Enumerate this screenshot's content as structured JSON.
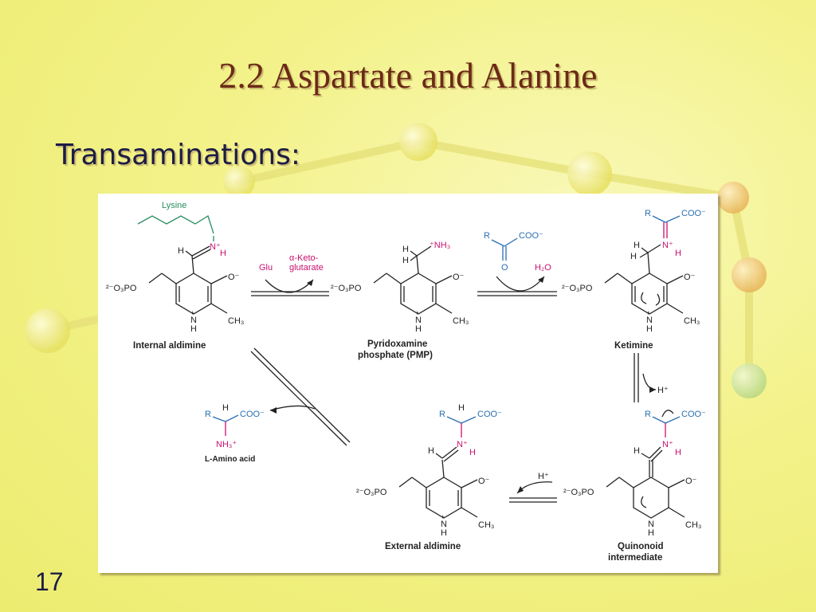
{
  "slide": {
    "title": "2.2 Aspartate and Alanine",
    "subtitle": "Transaminations:",
    "number": "17"
  },
  "diagram": {
    "molecules": {
      "internal_aldimine": {
        "caption": "Internal aldimine",
        "side_chain": "Lysine",
        "phosphate": "²⁻O₃PO",
        "oxide": "O⁻",
        "methyl": "CH₃",
        "ring_n": "N",
        "ring_h": "H",
        "ring_plus": "+",
        "imine_h": "H",
        "imine_n": "N⁺",
        "imine_nh": "H"
      },
      "pmp": {
        "caption_line1": "Pyridoxamine",
        "caption_line2": "phosphate (PMP)",
        "phosphate": "²⁻O₃PO",
        "oxide": "O⁻",
        "methyl": "CH₃",
        "ring_n": "N",
        "ring_h": "H",
        "ring_plus": "+",
        "amine": "⁺NH₃",
        "h1": "H",
        "h2": "H"
      },
      "ketimine": {
        "caption": "Ketimine",
        "phosphate": "²⁻O₃PO",
        "oxide": "O⁻",
        "methyl": "CH₃",
        "ring_n": "N",
        "ring_h": "H",
        "ring_plus": "+",
        "r": "R",
        "coo": "COO⁻",
        "imine_n": "N⁺",
        "imine_nh": "H",
        "h1": "H",
        "h2": "H"
      },
      "quinonoid": {
        "caption_line1": "Quinonoid",
        "caption_line2": "intermediate",
        "phosphate": "²⁻O₃PO",
        "oxide": "O⁻",
        "methyl": "CH₃",
        "ring_n": "N",
        "ring_h": "H",
        "r": "R",
        "coo": "COO⁻",
        "imine_n": "N⁺",
        "imine_nh": "H",
        "h": "H"
      },
      "external_aldimine": {
        "caption": "External aldimine",
        "phosphate": "²⁻O₃PO",
        "oxide": "O⁻",
        "methyl": "CH₃",
        "ring_n": "N",
        "ring_h": "H",
        "ring_plus": "+",
        "r": "R",
        "coo": "COO⁻",
        "imine_n": "N⁺",
        "imine_nh": "H",
        "h": "H",
        "alpha_h": "H"
      },
      "amino_acid": {
        "caption": "L-Amino acid",
        "r": "R",
        "coo": "COO⁻",
        "nh3": "NH₃⁺",
        "h": "H"
      }
    },
    "reagents": {
      "glu": "Glu",
      "keto_line1": "α-Keto-",
      "keto_line2": "glutarate",
      "keto_acid_r": "R",
      "keto_acid_coo": "COO⁻",
      "keto_acid_o": "O",
      "water": "H₂O",
      "proton_out": "H⁺",
      "proton_in": "H⁺"
    },
    "colors": {
      "lysine": "#2a8e62",
      "substrate": "#2a6fb0",
      "nitrogen": "#c8106e",
      "title": "#6b2a16",
      "text": "#1c1c46"
    }
  }
}
